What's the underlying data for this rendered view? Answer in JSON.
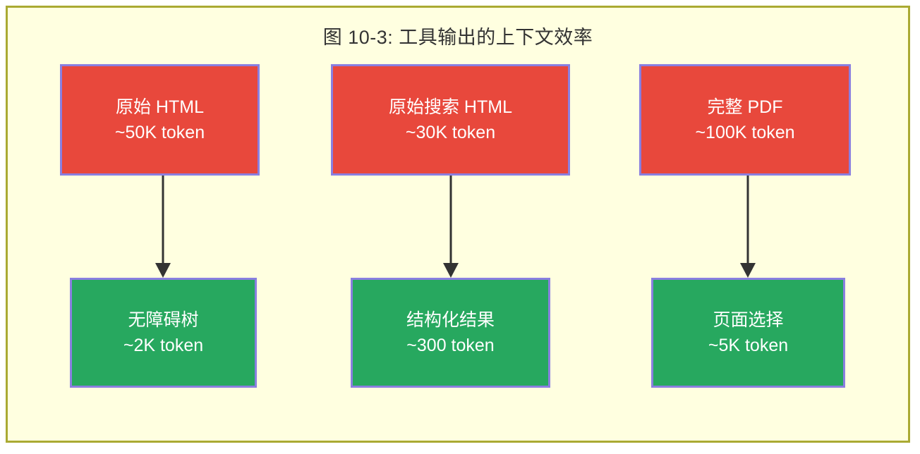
{
  "figure": {
    "title": "图 10-3: 工具输出的上下文效率",
    "frame_bg": "#ffffe0",
    "frame_border": "#aaaa33"
  },
  "palette": {
    "source_fill": "#e8483c",
    "result_fill": "#27a85f",
    "node_border": "#8a7fe0",
    "arrow": "#333333",
    "node_text": "#ffffff",
    "title_text": "#333333"
  },
  "nodes": {
    "sources": [
      {
        "label": "原始 HTML",
        "tokens": "~50K token"
      },
      {
        "label": "原始搜索 HTML",
        "tokens": "~30K token"
      },
      {
        "label": "完整 PDF",
        "tokens": "~100K token"
      }
    ],
    "results": [
      {
        "label": "无障碍树",
        "tokens": "~2K token"
      },
      {
        "label": "结构化结果",
        "tokens": "~300 token"
      },
      {
        "label": "页面选择",
        "tokens": "~5K token"
      }
    ]
  },
  "edges": [
    {
      "from": "原始 HTML",
      "to": "无障碍树"
    },
    {
      "from": "原始搜索 HTML",
      "to": "结构化结果"
    },
    {
      "from": "完整 PDF",
      "to": "页面选择"
    }
  ]
}
